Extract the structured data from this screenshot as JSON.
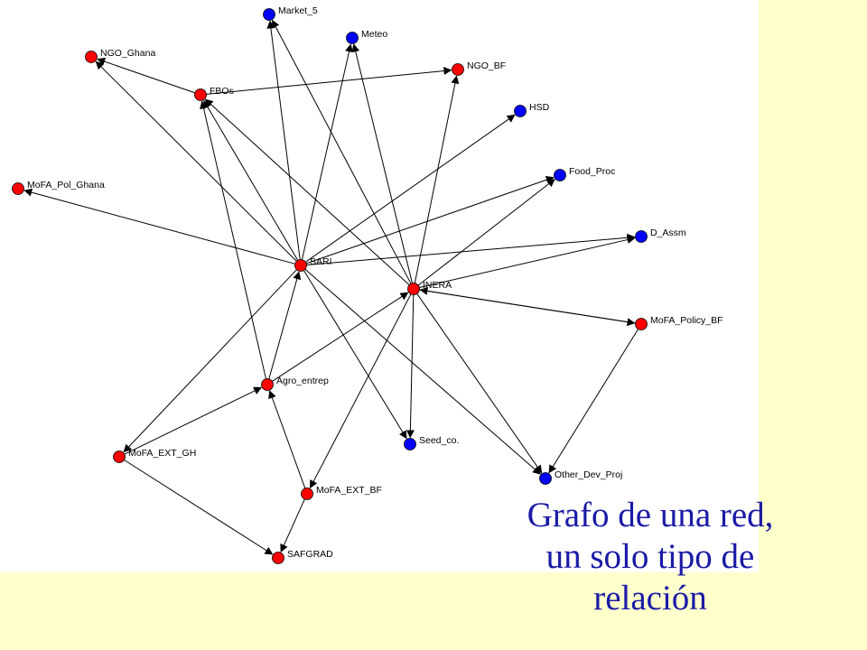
{
  "colors": {
    "red_node": "#FF0000",
    "blue_node": "#0000FF",
    "edge": "#000000",
    "caption": "#1a1aa6"
  },
  "caption": {
    "line1": "Grafo de una red,",
    "line2": "un solo tipo de",
    "line3": "relación"
  },
  "graph": {
    "nodes": [
      {
        "id": "Market_5",
        "label": "Market_5",
        "color": "blue"
      },
      {
        "id": "Meteo",
        "label": "Meteo",
        "color": "blue"
      },
      {
        "id": "NGO_Ghana",
        "label": "NGO_Ghana",
        "color": "red"
      },
      {
        "id": "NGO_BF",
        "label": "NGO_BF",
        "color": "red"
      },
      {
        "id": "FBOs",
        "label": "FBOs",
        "color": "red"
      },
      {
        "id": "HSD",
        "label": "HSD",
        "color": "blue"
      },
      {
        "id": "Food_Proc",
        "label": "Food_Proc",
        "color": "blue"
      },
      {
        "id": "MoFA_Pol_Ghana",
        "label": "MoFA_Pol_Ghana",
        "color": "red"
      },
      {
        "id": "D_Assm",
        "label": "D_Assm",
        "color": "blue"
      },
      {
        "id": "SARI",
        "label": "SARI",
        "color": "red"
      },
      {
        "id": "INERA",
        "label": "INERA",
        "color": "red"
      },
      {
        "id": "MoFA_Policy_BF",
        "label": "MoFA_Policy_BF",
        "color": "red"
      },
      {
        "id": "Agro_entrep",
        "label": "Agro_entrep",
        "color": "red"
      },
      {
        "id": "Seed_co",
        "label": "Seed_co.",
        "color": "blue"
      },
      {
        "id": "MoFA_EXT_GH",
        "label": "MoFA_EXT_GH",
        "color": "red"
      },
      {
        "id": "Other_Dev_Proj",
        "label": "Other_Dev_Proj",
        "color": "blue"
      },
      {
        "id": "MoFA_EXT_BF",
        "label": "MoFA_EXT_BF",
        "color": "red"
      },
      {
        "id": "SAFGRAD",
        "label": "SAFGRAD",
        "color": "red"
      }
    ],
    "edges": [
      {
        "from": "SARI",
        "to": "Market_5"
      },
      {
        "from": "SARI",
        "to": "Meteo"
      },
      {
        "from": "SARI",
        "to": "NGO_Ghana"
      },
      {
        "from": "SARI",
        "to": "FBOs"
      },
      {
        "from": "SARI",
        "to": "HSD"
      },
      {
        "from": "SARI",
        "to": "Food_Proc"
      },
      {
        "from": "SARI",
        "to": "MoFA_Pol_Ghana"
      },
      {
        "from": "SARI",
        "to": "D_Assm"
      },
      {
        "from": "SARI",
        "to": "Seed_co"
      },
      {
        "from": "SARI",
        "to": "Other_Dev_Proj"
      },
      {
        "from": "SARI",
        "to": "MoFA_EXT_GH"
      },
      {
        "from": "INERA",
        "to": "Market_5"
      },
      {
        "from": "INERA",
        "to": "Meteo"
      },
      {
        "from": "INERA",
        "to": "NGO_BF"
      },
      {
        "from": "INERA",
        "to": "FBOs"
      },
      {
        "from": "INERA",
        "to": "Food_Proc"
      },
      {
        "from": "INERA",
        "to": "D_Assm"
      },
      {
        "from": "INERA",
        "to": "MoFA_Policy_BF"
      },
      {
        "from": "INERA",
        "to": "Seed_co"
      },
      {
        "from": "INERA",
        "to": "Other_Dev_Proj"
      },
      {
        "from": "INERA",
        "to": "MoFA_EXT_BF"
      },
      {
        "from": "FBOs",
        "to": "NGO_Ghana"
      },
      {
        "from": "FBOs",
        "to": "NGO_BF"
      },
      {
        "from": "MoFA_Policy_BF",
        "to": "INERA"
      },
      {
        "from": "MoFA_Policy_BF",
        "to": "Other_Dev_Proj"
      },
      {
        "from": "Agro_entrep",
        "to": "SARI"
      },
      {
        "from": "Agro_entrep",
        "to": "FBOs"
      },
      {
        "from": "Agro_entrep",
        "to": "INERA"
      },
      {
        "from": "MoFA_EXT_GH",
        "to": "Agro_entrep"
      },
      {
        "from": "MoFA_EXT_GH",
        "to": "SAFGRAD"
      },
      {
        "from": "MoFA_EXT_BF",
        "to": "Agro_entrep"
      },
      {
        "from": "MoFA_EXT_BF",
        "to": "SAFGRAD"
      }
    ]
  }
}
